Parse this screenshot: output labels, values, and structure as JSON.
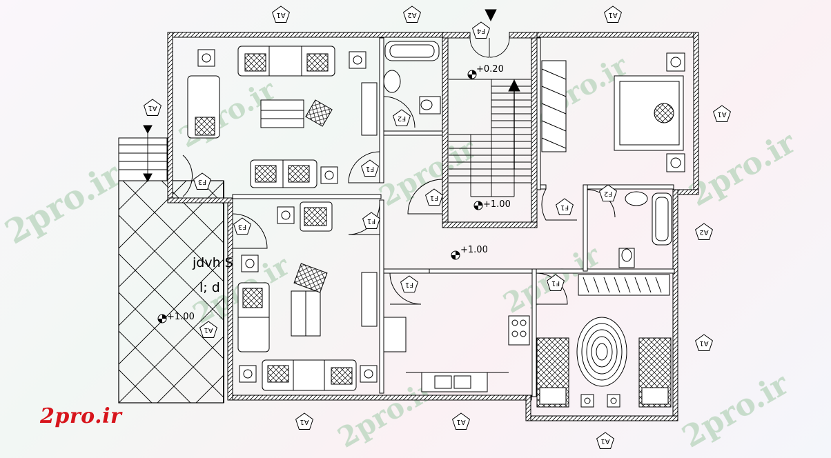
{
  "brand": {
    "logo_text": "2pro.ir",
    "color": "#d7141b"
  },
  "watermark": {
    "text": "2pro.ir",
    "color": "#bcd6c0"
  },
  "tags": {
    "a1": "A1",
    "a2": "A2",
    "f1": "F1",
    "f2": "F2",
    "f3": "F3",
    "f4": "F4"
  },
  "levels": {
    "stair_landing": "+0.20",
    "stair_floor": "+1.00",
    "hall": "+1.00",
    "yard": "+1.00"
  },
  "room_text": {
    "line1": "jdvh S",
    "line2": "l; d"
  },
  "colors": {
    "line": "#000000",
    "brand_red": "#d7141b",
    "background": "#ffffff"
  }
}
